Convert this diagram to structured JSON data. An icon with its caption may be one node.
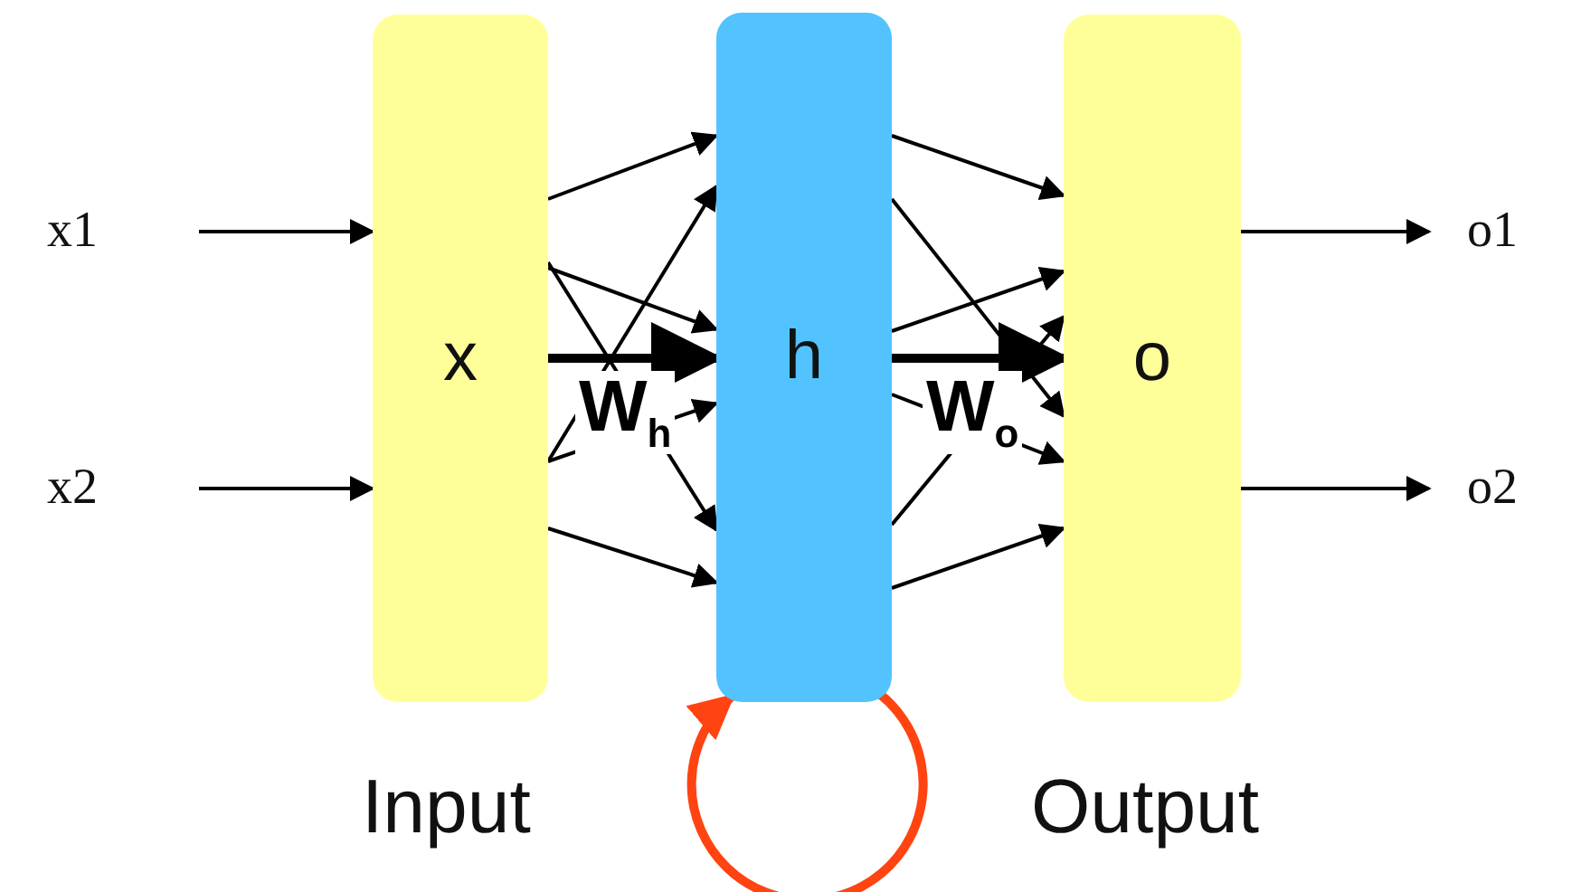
{
  "diagram": {
    "nodes": [
      {
        "text": [
          "x1"
        ]
      },
      {
        "text": [
          "x2"
        ]
      },
      {
        "text": [
          "x"
        ]
      },
      {
        "text": [
          "h"
        ]
      },
      {
        "text": [
          "o"
        ]
      },
      {
        "text": [
          "o1"
        ]
      },
      {
        "text": [
          "o2"
        ]
      }
    ],
    "edges": [
      {
        "from": 0,
        "to": 2,
        "arrow": "to"
      },
      {
        "from": 1,
        "to": 2,
        "arrow": "to"
      },
      {
        "from": 2,
        "to": 3,
        "arrow": "to"
      },
      {
        "from": 2,
        "to": 3,
        "arrow": "to"
      },
      {
        "from": 2,
        "to": 3,
        "arrow": "to"
      },
      {
        "from": 2,
        "to": 3,
        "arrow": "to"
      },
      {
        "from": 2,
        "to": 3,
        "arrow": "to"
      },
      {
        "from": 2,
        "to": 3,
        "arrow": "to"
      },
      {
        "from": 2,
        "to": 3,
        "arrow": "to",
        "label": "W$_{h}$",
        "style": "thick"
      },
      {
        "from": 3,
        "to": 4,
        "arrow": "to"
      },
      {
        "from": 3,
        "to": 4,
        "arrow": "to"
      },
      {
        "from": 3,
        "to": 4,
        "arrow": "to"
      },
      {
        "from": 3,
        "to": 4,
        "arrow": "to"
      },
      {
        "from": 3,
        "to": 4,
        "arrow": "to"
      },
      {
        "from": 3,
        "to": 4,
        "arrow": "to"
      },
      {
        "from": 3,
        "to": 4,
        "arrow": "to",
        "label": "W$_{o}$",
        "style": "thick"
      },
      {
        "from": 4,
        "to": 5,
        "arrow": "to"
      },
      {
        "from": 4,
        "to": 6,
        "arrow": "to"
      },
      {
        "from": 3,
        "to": 3,
        "arrow": "to",
        "style": "thick",
        "color": "#ff4411"
      }
    ],
    "labels": [
      "Input",
      "Output"
    ]
  }
}
